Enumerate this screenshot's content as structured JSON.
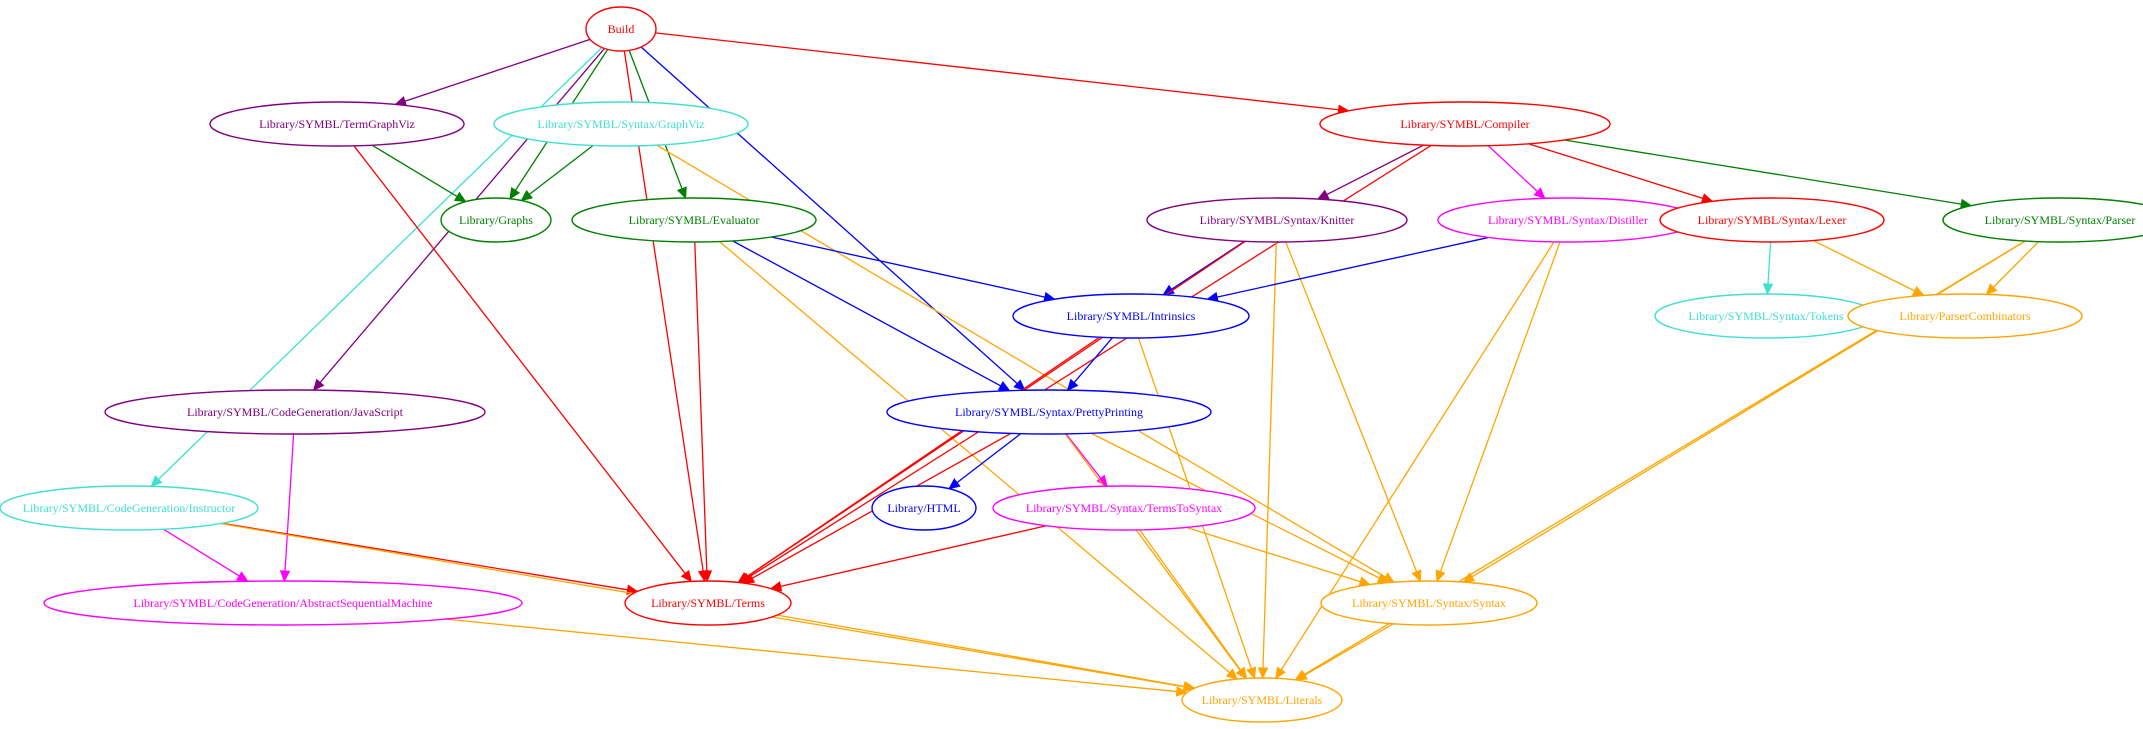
{
  "nodes": [
    {
      "id": "build",
      "label": "Build",
      "color": "#ff0000"
    },
    {
      "id": "compiler",
      "label": "Library/SYMBL/Compiler",
      "color": "#ff0000"
    },
    {
      "id": "termgraphviz",
      "label": "Library/SYMBL/TermGraphViz",
      "color": "#800080"
    },
    {
      "id": "syntaxgraphviz",
      "label": "Library/SYMBL/Syntax/GraphViz",
      "color": "#40e0d0"
    },
    {
      "id": "graphs",
      "label": "Library/Graphs",
      "color": "#008000"
    },
    {
      "id": "evaluator",
      "label": "Library/SYMBL/Evaluator",
      "color": "#008000"
    },
    {
      "id": "knitter",
      "label": "Library/SYMBL/Syntax/Knitter",
      "color": "#800080"
    },
    {
      "id": "distiller",
      "label": "Library/SYMBL/Syntax/Distiller",
      "color": "#ff00ff"
    },
    {
      "id": "lexer",
      "label": "Library/SYMBL/Syntax/Lexer",
      "color": "#ff0000"
    },
    {
      "id": "parser",
      "label": "Library/SYMBL/Syntax/Parser",
      "color": "#008000"
    },
    {
      "id": "tokens",
      "label": "Library/SYMBL/Syntax/Tokens",
      "color": "#40e0d0"
    },
    {
      "id": "parsercomb",
      "label": "Library/ParserCombinators",
      "color": "#ffa500"
    },
    {
      "id": "intrinsics",
      "label": "Library/SYMBL/Intrinsics",
      "color": "#0000ff"
    },
    {
      "id": "javascript",
      "label": "Library/SYMBL/CodeGeneration/JavaScript",
      "color": "#800080"
    },
    {
      "id": "prettyprinting",
      "label": "Library/SYMBL/Syntax/PrettyPrinting",
      "color": "#0000ff"
    },
    {
      "id": "instructor",
      "label": "Library/SYMBL/CodeGeneration/Instructor",
      "color": "#40e0d0"
    },
    {
      "id": "html",
      "label": "Library/HTML",
      "color": "#0000ff"
    },
    {
      "id": "termstosyntax",
      "label": "Library/SYMBL/Syntax/TermsToSyntax",
      "color": "#ff00ff"
    },
    {
      "id": "asm",
      "label": "Library/SYMBL/CodeGeneration/AbstractSequentialMachine",
      "color": "#ff00ff"
    },
    {
      "id": "terms",
      "label": "Library/SYMBL/Terms",
      "color": "#ff0000"
    },
    {
      "id": "syntax",
      "label": "Library/SYMBL/Syntax/Syntax",
      "color": "#ffa500"
    },
    {
      "id": "literals",
      "label": "Library/SYMBL/Literals",
      "color": "#ffa500"
    }
  ],
  "edges": [
    {
      "from": "build",
      "to": "termgraphviz",
      "color": "#800080"
    },
    {
      "from": "build",
      "to": "graphs",
      "color": "#008000"
    },
    {
      "from": "build",
      "to": "evaluator",
      "color": "#008000"
    },
    {
      "from": "build",
      "to": "compiler",
      "color": "#ff0000"
    },
    {
      "from": "build",
      "to": "javascript",
      "color": "#800080"
    },
    {
      "from": "build",
      "to": "instructor",
      "color": "#40e0d0"
    },
    {
      "from": "build",
      "to": "terms",
      "color": "#ff0000"
    },
    {
      "from": "build",
      "to": "prettyprinting",
      "color": "#0000ff"
    },
    {
      "from": "termgraphviz",
      "to": "graphs",
      "color": "#008000"
    },
    {
      "from": "termgraphviz",
      "to": "terms",
      "color": "#ff0000"
    },
    {
      "from": "syntaxgraphviz",
      "to": "graphs",
      "color": "#008000"
    },
    {
      "from": "syntaxgraphviz",
      "to": "syntax",
      "color": "#ffa500"
    },
    {
      "from": "compiler",
      "to": "knitter",
      "color": "#800080"
    },
    {
      "from": "compiler",
      "to": "distiller",
      "color": "#ff00ff"
    },
    {
      "from": "compiler",
      "to": "lexer",
      "color": "#ff0000"
    },
    {
      "from": "compiler",
      "to": "parser",
      "color": "#008000"
    },
    {
      "from": "compiler",
      "to": "terms",
      "color": "#ff0000"
    },
    {
      "from": "evaluator",
      "to": "intrinsics",
      "color": "#0000ff"
    },
    {
      "from": "evaluator",
      "to": "prettyprinting",
      "color": "#0000ff"
    },
    {
      "from": "evaluator",
      "to": "terms",
      "color": "#ff0000"
    },
    {
      "from": "evaluator",
      "to": "literals",
      "color": "#ffa500"
    },
    {
      "from": "knitter",
      "to": "intrinsics",
      "color": "#0000ff"
    },
    {
      "from": "knitter",
      "to": "terms",
      "color": "#ff0000"
    },
    {
      "from": "knitter",
      "to": "syntax",
      "color": "#ffa500"
    },
    {
      "from": "knitter",
      "to": "literals",
      "color": "#ffa500"
    },
    {
      "from": "distiller",
      "to": "intrinsics",
      "color": "#0000ff"
    },
    {
      "from": "distiller",
      "to": "syntax",
      "color": "#ffa500"
    },
    {
      "from": "distiller",
      "to": "literals",
      "color": "#ffa500"
    },
    {
      "from": "lexer",
      "to": "tokens",
      "color": "#40e0d0"
    },
    {
      "from": "lexer",
      "to": "parsercomb",
      "color": "#ffa500"
    },
    {
      "from": "parser",
      "to": "parsercomb",
      "color": "#ffa500"
    },
    {
      "from": "parser",
      "to": "syntax",
      "color": "#ffa500"
    },
    {
      "from": "parser",
      "to": "literals",
      "color": "#ffa500"
    },
    {
      "from": "intrinsics",
      "to": "prettyprinting",
      "color": "#0000ff"
    },
    {
      "from": "intrinsics",
      "to": "terms",
      "color": "#ff0000"
    },
    {
      "from": "intrinsics",
      "to": "literals",
      "color": "#ffa500"
    },
    {
      "from": "prettyprinting",
      "to": "html",
      "color": "#0000ff"
    },
    {
      "from": "prettyprinting",
      "to": "termstosyntax",
      "color": "#ff00ff"
    },
    {
      "from": "prettyprinting",
      "to": "terms",
      "color": "#ff0000"
    },
    {
      "from": "prettyprinting",
      "to": "syntax",
      "color": "#ffa500"
    },
    {
      "from": "prettyprinting",
      "to": "literals",
      "color": "#ffa500"
    },
    {
      "from": "javascript",
      "to": "asm",
      "color": "#ff00ff"
    },
    {
      "from": "instructor",
      "to": "asm",
      "color": "#ff00ff"
    },
    {
      "from": "instructor",
      "to": "terms",
      "color": "#ff0000"
    },
    {
      "from": "instructor",
      "to": "literals",
      "color": "#ffa500"
    },
    {
      "from": "termstosyntax",
      "to": "terms",
      "color": "#ff0000"
    },
    {
      "from": "termstosyntax",
      "to": "syntax",
      "color": "#ffa500"
    },
    {
      "from": "termstosyntax",
      "to": "literals",
      "color": "#ffa500"
    },
    {
      "from": "asm",
      "to": "literals",
      "color": "#ffa500"
    },
    {
      "from": "terms",
      "to": "literals",
      "color": "#ffa500"
    },
    {
      "from": "syntax",
      "to": "literals",
      "color": "#ffa500"
    }
  ]
}
